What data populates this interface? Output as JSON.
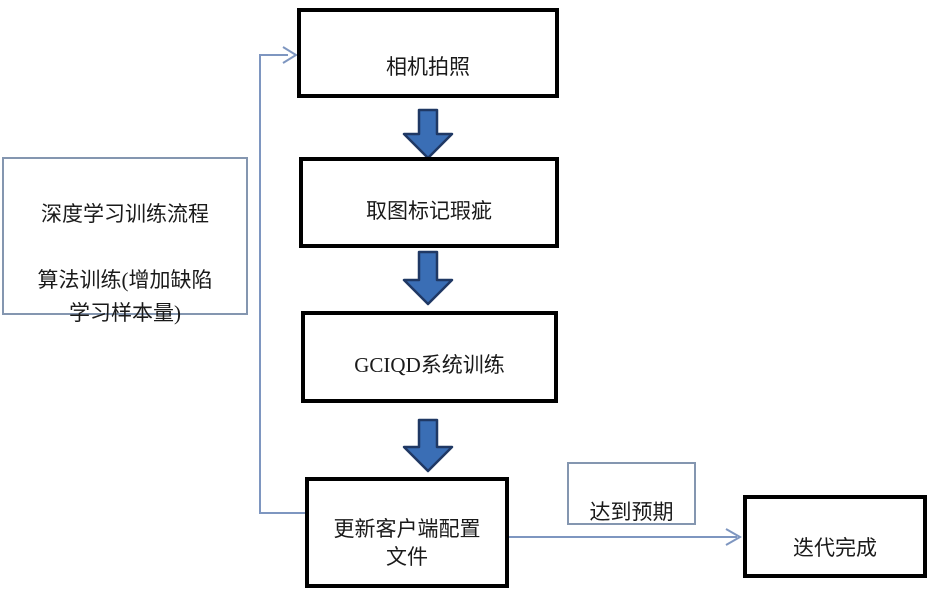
{
  "diagram": {
    "title": "deep-learning-training-flowchart",
    "nodes": {
      "camera": "相机拍照",
      "mark_defects": "取图标记瑕疵",
      "system_training": "GCIQD系统训练",
      "update_config": "更新客户端配置\n文件",
      "iteration_done": "迭代完成",
      "condition_label": "达到预期",
      "side_note": "深度学习训练流程\n\n算法训练(增加缺陷\n学习样本量)"
    },
    "edges": [
      {
        "from": "camera",
        "to": "mark_defects",
        "type": "block-arrow-down"
      },
      {
        "from": "mark_defects",
        "to": "system_training",
        "type": "block-arrow-down"
      },
      {
        "from": "system_training",
        "to": "update_config",
        "type": "block-arrow-down"
      },
      {
        "from": "update_config",
        "to": "iteration_done",
        "type": "thin-arrow-right",
        "label": "达到预期"
      },
      {
        "from": "update_config",
        "to": "camera",
        "type": "thin-arrow-feedback-loop"
      }
    ],
    "colors": {
      "background": "#ffffff",
      "text": "#1a1a1a",
      "process_box_border": "#000000",
      "side_note_border": "#8496b0",
      "condition_box_border": "#8496b0",
      "connector_line": "#7e96c0",
      "block_arrow_fill": "#3a6eb5",
      "block_arrow_outline": "#1f3864"
    }
  }
}
